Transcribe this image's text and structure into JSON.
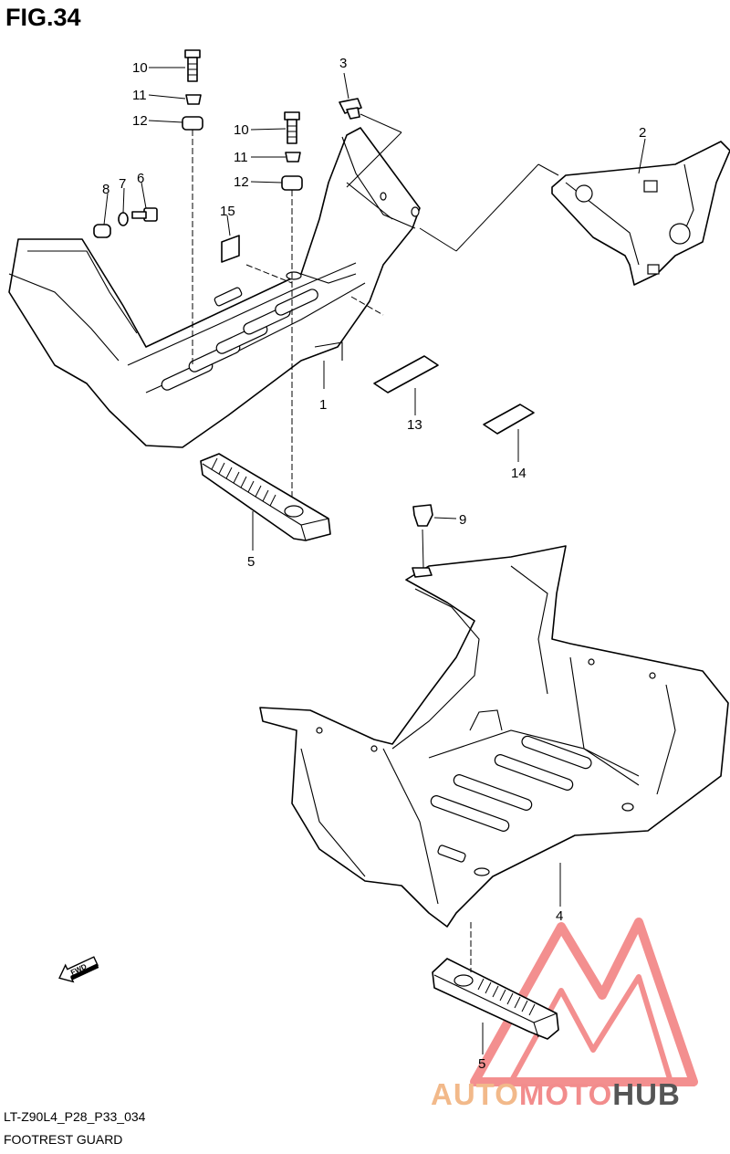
{
  "figure": {
    "title": "FIG.34",
    "code": "LT-Z90L4_P28_P33_034",
    "caption": "FOOTREST GUARD"
  },
  "callouts": [
    "1",
    "2",
    "3",
    "4",
    "5",
    "5",
    "6",
    "7",
    "8",
    "9",
    "10",
    "10",
    "11",
    "11",
    "12",
    "12",
    "13",
    "14",
    "15"
  ],
  "fwd_label": "FWD",
  "watermark": {
    "part1": "AUTO",
    "part2": "MOTO",
    "part3": "HUB",
    "colors": {
      "triangle": "#f06a6a",
      "auto": "#f2b98a",
      "moto": "#f28c8c",
      "hub": "#555555"
    }
  }
}
